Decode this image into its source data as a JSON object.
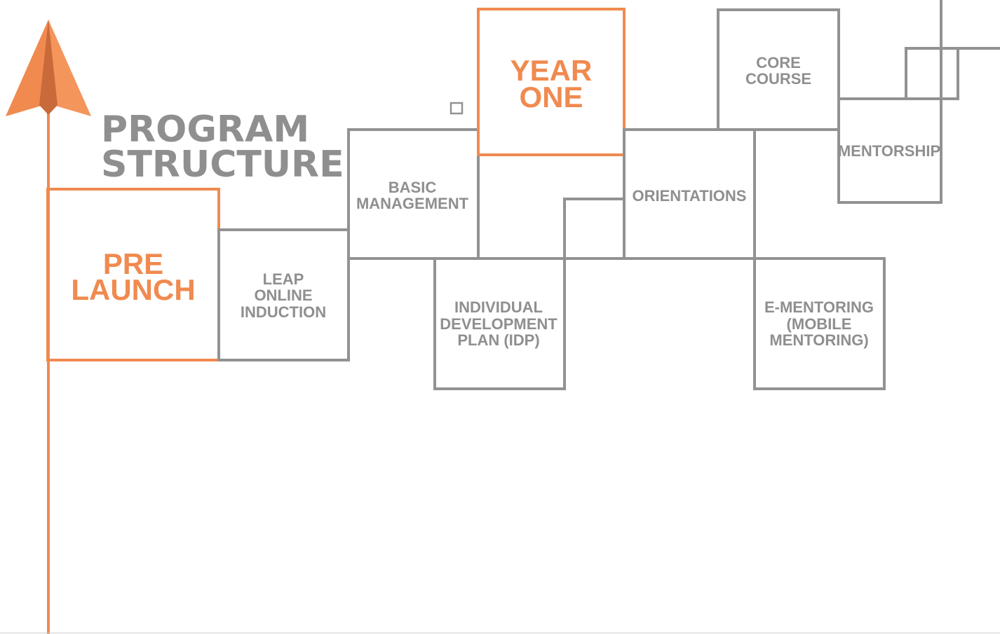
{
  "title": {
    "line1": "PROGRAM",
    "line2": "STRUCTURE"
  },
  "stages": {
    "pre_launch": [
      "PRE",
      "LAUNCH"
    ],
    "year_one": [
      "YEAR",
      "ONE"
    ]
  },
  "nodes": {
    "leap_online_induction": [
      "LEAP",
      "ONLINE",
      "INDUCTION"
    ],
    "basic_management": [
      "BASIC",
      "MANAGEMENT"
    ],
    "individual_development_plan": [
      "INDIVIDUAL",
      "DEVELOPMENT",
      "PLAN (IDP)"
    ],
    "orientations": [
      "ORIENTATIONS"
    ],
    "core_course": [
      "CORE",
      "COURSE"
    ],
    "mentorship": [
      "MENTORSHIP"
    ],
    "e_mentoring": [
      "E-MENTORING",
      "(MOBILE",
      "MENTORING)"
    ]
  },
  "colors": {
    "accent": "#f08a4f",
    "accent_dark": "#c96a3a",
    "line": "#929292",
    "text": "#8f8f8f",
    "background": "#ffffff"
  },
  "icons": {
    "timeline_arrow": "paper-plane-arrow-icon"
  }
}
